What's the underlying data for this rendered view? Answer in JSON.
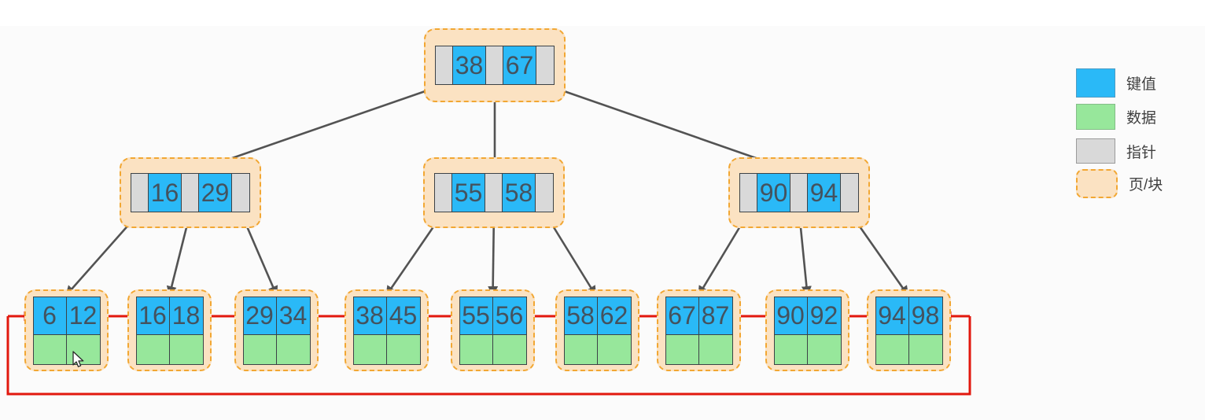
{
  "diagram": {
    "type": "bplus-tree-index",
    "root": {
      "keys": [
        "38",
        "67"
      ]
    },
    "internal_nodes": [
      {
        "keys": [
          "16",
          "29"
        ]
      },
      {
        "keys": [
          "55",
          "58"
        ]
      },
      {
        "keys": [
          "90",
          "94"
        ]
      }
    ],
    "leaf_nodes": [
      {
        "keys": [
          "6",
          "12"
        ]
      },
      {
        "keys": [
          "16",
          "18"
        ]
      },
      {
        "keys": [
          "29",
          "34"
        ]
      },
      {
        "keys": [
          "38",
          "45"
        ]
      },
      {
        "keys": [
          "55",
          "56"
        ]
      },
      {
        "keys": [
          "58",
          "62"
        ]
      },
      {
        "keys": [
          "67",
          "87"
        ]
      },
      {
        "keys": [
          "90",
          "92"
        ]
      },
      {
        "keys": [
          "94",
          "98"
        ]
      }
    ]
  },
  "legend": {
    "items": [
      {
        "id": "key",
        "label": "键值"
      },
      {
        "id": "data",
        "label": "数据"
      },
      {
        "id": "pointer",
        "label": "指针"
      },
      {
        "id": "page",
        "label": "页/块"
      }
    ]
  },
  "colors": {
    "key_cell": "#2ab9f7",
    "data_cell": "#97e79b",
    "pointer_cell": "#d9d9d9",
    "page_fill": "#fbe2c2",
    "page_border": "#f2a733",
    "tree_arrow": "#535353",
    "leaf_link": "#e2180e",
    "number_text": "#44525e"
  }
}
